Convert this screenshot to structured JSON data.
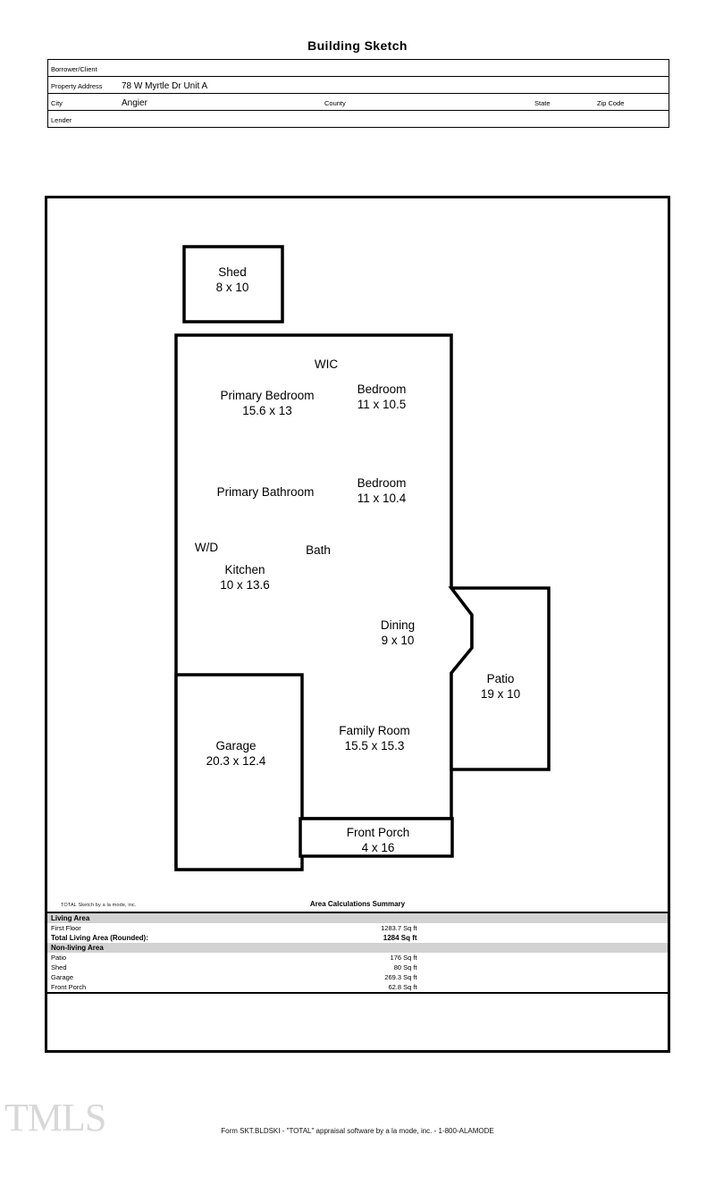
{
  "document": {
    "title": "Building Sketch"
  },
  "header": {
    "rows": [
      {
        "label": "Borrower/Client",
        "value": ""
      },
      {
        "label": "Property Address",
        "value": "78 W Myrtle Dr Unit A"
      },
      {
        "label": "City",
        "value": "Angier"
      },
      {
        "label": "Lender",
        "value": ""
      }
    ],
    "city_label": "City",
    "city_value": "Angier",
    "county_label": "County",
    "county_value": "",
    "state_label": "State",
    "state_value": "",
    "zip_label": "Zip Code",
    "zip_value": "",
    "borrower_label": "Borrower/Client",
    "borrower_value": "",
    "property_label": "Property Address",
    "property_value": "78 W Myrtle Dr Unit A",
    "lender_label": "Lender",
    "lender_value": ""
  },
  "sketch": {
    "rooms": [
      {
        "name": "Shed",
        "dimensions": "8 x 10"
      },
      {
        "name": "WIC",
        "dimensions": ""
      },
      {
        "name": "Primary Bedroom",
        "dimensions": "15.6 x 13"
      },
      {
        "name": "Bedroom",
        "dimensions": "11 x 10.5"
      },
      {
        "name": "Primary Bathroom",
        "dimensions": ""
      },
      {
        "name": "Bedroom",
        "dimensions": "11 x 10.4"
      },
      {
        "name": "W/D",
        "dimensions": ""
      },
      {
        "name": "Bath",
        "dimensions": ""
      },
      {
        "name": "Kitchen",
        "dimensions": "10 x 13.6"
      },
      {
        "name": "Dining",
        "dimensions": "9 x 10"
      },
      {
        "name": "Patio",
        "dimensions": "19 x 10"
      },
      {
        "name": "Garage",
        "dimensions": "20.3 x 12.4"
      },
      {
        "name": "Family Room",
        "dimensions": "15.5 x 15.3"
      },
      {
        "name": "Front Porch",
        "dimensions": "4 x 16"
      }
    ],
    "labels": {
      "shed_name": "Shed",
      "shed_dim": "8 x 10",
      "wic_name": "WIC",
      "primary_bedroom_name": "Primary Bedroom",
      "primary_bedroom_dim": "15.6 x 13",
      "bedroom1_name": "Bedroom",
      "bedroom1_dim": "11 x 10.5",
      "primary_bathroom_name": "Primary Bathroom",
      "bedroom2_name": "Bedroom",
      "bedroom2_dim": "11 x 10.4",
      "wd_name": "W/D",
      "bath_name": "Bath",
      "kitchen_name": "Kitchen",
      "kitchen_dim": "10 x 13.6",
      "dining_name": "Dining",
      "dining_dim": "9 x 10",
      "patio_name": "Patio",
      "patio_dim": "19 x 10",
      "garage_name": "Garage",
      "garage_dim": "20.3 x 12.4",
      "family_room_name": "Family Room",
      "family_room_dim": "15.5 x 15.3",
      "front_porch_name": "Front Porch",
      "front_porch_dim": "4 x 16"
    }
  },
  "summary": {
    "credit": "TOTAL Sketch by a la mode, inc.",
    "title": "Area Calculations Summary",
    "living_section": "Living Area",
    "nonliving_section": "Non-living Area",
    "living_rows": [
      {
        "name": "First Floor",
        "value": "1283.7 Sq ft"
      }
    ],
    "living_total": {
      "name": "Total Living Area (Rounded):",
      "value": "1284 Sq ft"
    },
    "nonliving_rows": [
      {
        "name": "Patio",
        "value": "176 Sq ft"
      },
      {
        "name": "Shed",
        "value": "80 Sq ft"
      },
      {
        "name": "Garage",
        "value": "269.3 Sq ft"
      },
      {
        "name": "Front Porch",
        "value": "62.8 Sq ft"
      }
    ]
  },
  "footer": {
    "watermark": "TMLS",
    "form_line": "Form SKT.BLDSKI - \"TOTAL\" appraisal software by a la mode, inc. - 1-800-ALAMODE"
  }
}
